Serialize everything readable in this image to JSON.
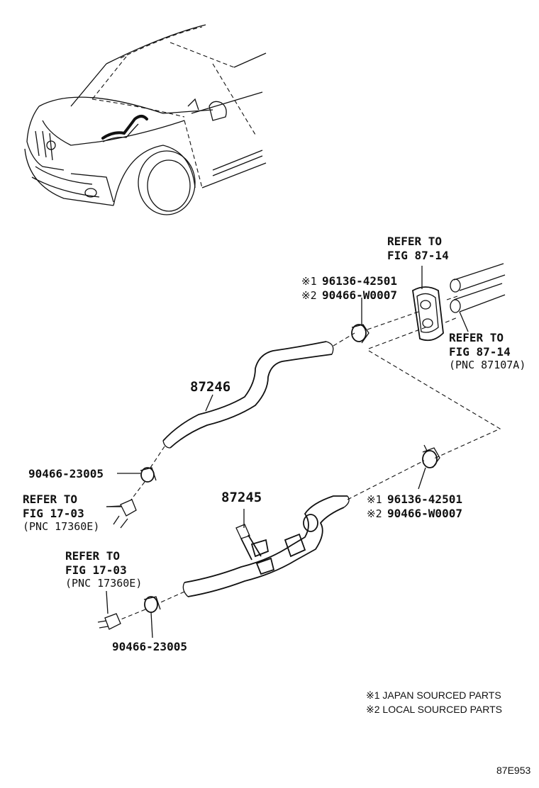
{
  "callouts": {
    "refer_top": {
      "line1": "REFER TO",
      "line2": "FIG 87-14"
    },
    "refer_right": {
      "line1": "REFER TO",
      "line2": "FIG 87-14",
      "line3": "(PNC 87107A)"
    },
    "clip_upper": {
      "line1_mark": "※1",
      "line1_part": "96136-42501",
      "line2_mark": "※2",
      "line2_part": "90466-W0007"
    },
    "hose_upper": "87246",
    "clamp_left_upper": "90466-23005",
    "refer_left_upper": {
      "line1": "REFER TO",
      "line2": "FIG 17-03",
      "line3": "(PNC 17360E)"
    },
    "hose_lower": "87245",
    "clip_lower": {
      "line1_mark": "※1",
      "line1_part": "96136-42501",
      "line2_mark": "※2",
      "line2_part": "90466-W0007"
    },
    "refer_left_lower": {
      "line1": "REFER TO",
      "line2": "FIG 17-03",
      "line3": "(PNC 17360E)"
    },
    "clamp_left_lower": "90466-23005"
  },
  "notes": {
    "note1": "※1 JAPAN SOURCED PARTS",
    "note2": "※2 LOCAL SOURCED PARTS"
  },
  "figure_id": "87E953"
}
